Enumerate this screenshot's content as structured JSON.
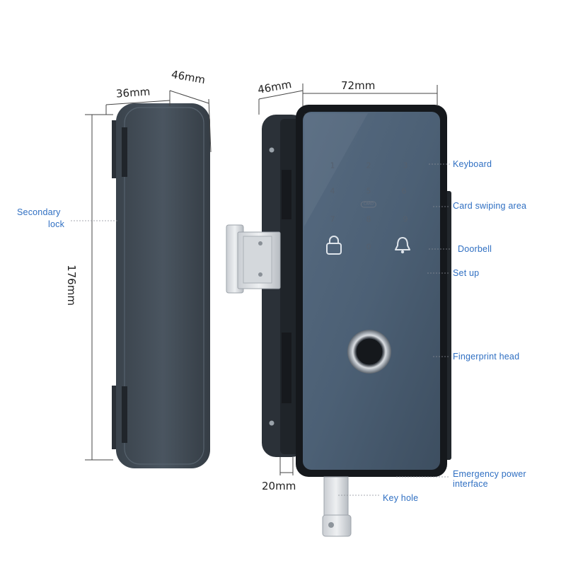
{
  "dimensions": {
    "side_depth": "36mm",
    "side_width": "46mm",
    "front_depth": "46mm",
    "front_width": "72mm",
    "height": "176mm",
    "bottom_gap": "20mm"
  },
  "callouts": {
    "secondary_lock_line1": "Secondary",
    "secondary_lock_line2": "lock",
    "keyboard": "Keyboard",
    "card_swiping_area": "Card swiping area",
    "doorbell": "Doorbell",
    "set_up": "Set up",
    "fingerprint_head": "Fingerprint head",
    "emergency_line1": "Emergency power",
    "emergency_line2": "interface",
    "key_hole": "Key hole"
  },
  "keypad": {
    "keys": [
      "1",
      "2",
      "3",
      "4",
      "5",
      "6",
      "7",
      "8",
      "9",
      "0"
    ],
    "card_label": "CARD"
  },
  "colors": {
    "callout_text": "#2f6fc2",
    "body_dark": "#3d4650",
    "glass": "#4f6275",
    "frame": "#15181c"
  },
  "icons": [
    "lock-icon",
    "bell-icon",
    "fingerprint-icon"
  ]
}
